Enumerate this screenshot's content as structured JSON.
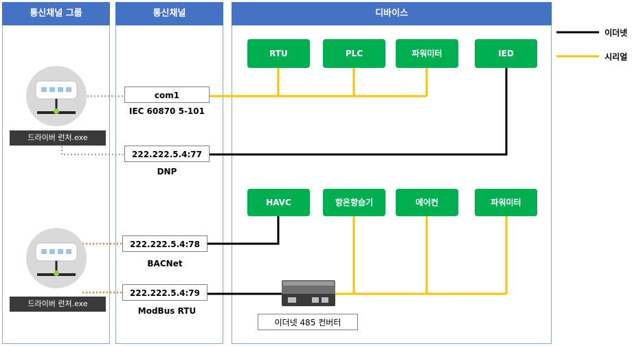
{
  "columns": {
    "group_title": "통신채널 그룹",
    "channel_title": "통신채널",
    "device_title": "디바이스"
  },
  "legend": {
    "ethernet": "이더넷",
    "serial": "시리얼",
    "ethernet_color": "#000000",
    "serial_color": "#ffc000"
  },
  "launchers": [
    {
      "label": "드라이버 런처.exe",
      "icon": "router-icon",
      "link_color": "#a6a6a6"
    },
    {
      "label": "드라이버 런처.exe",
      "icon": "router-icon",
      "link_color": "#ed7d31"
    }
  ],
  "channels": [
    {
      "address": "com1",
      "protocol": "IEC 60870 5-101"
    },
    {
      "address": "222.222.5.4:77",
      "protocol": "DNP"
    },
    {
      "address": "222.222.5.4:78",
      "protocol": "BACNet"
    },
    {
      "address": "222.222.5.4:79",
      "protocol": "ModBus  RTU"
    }
  ],
  "devices_top": [
    "RTU",
    "PLC",
    "파워미터",
    "IED"
  ],
  "devices_bottom": [
    "HAVC",
    "항온항습기",
    "에어컨",
    "파워미터"
  ],
  "converter": {
    "label": "이더넷 485 컨버터",
    "icon": "converter-icon"
  },
  "colors": {
    "header": "#4472c4",
    "device": "#00b050"
  }
}
